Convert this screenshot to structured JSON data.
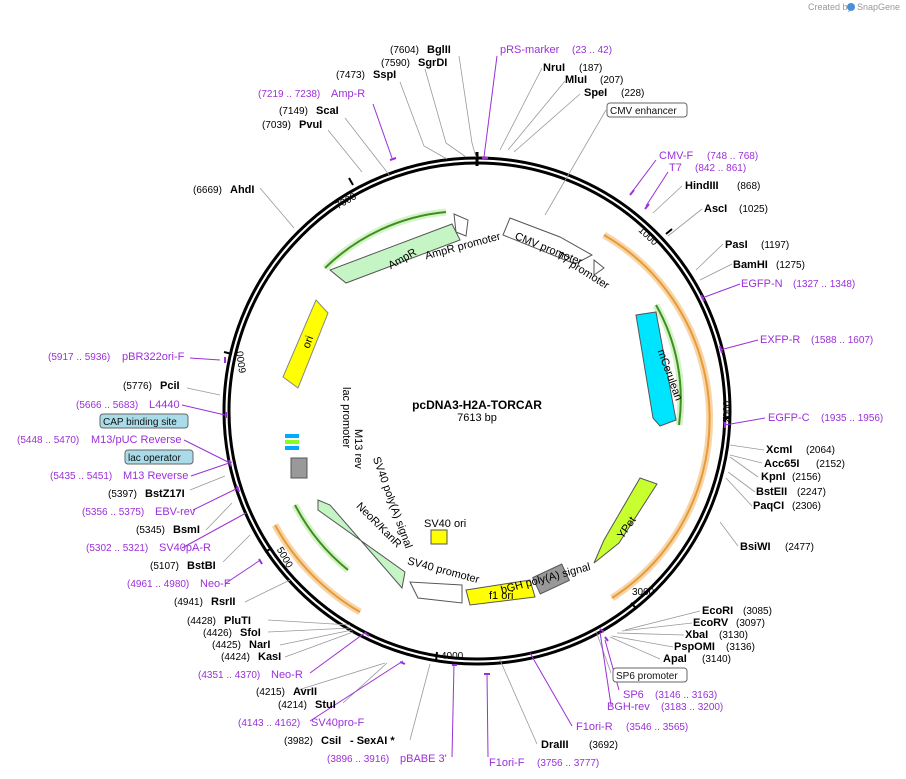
{
  "credit": {
    "prefix": "Created by",
    "brand": "SnapGene"
  },
  "map": {
    "name": "pcDNA3-H2A-TORCAR",
    "size": "7613 bp"
  },
  "ticks": [
    "1000",
    "2000",
    "3000",
    "4000",
    "5000",
    "6000",
    "7000"
  ],
  "features": {
    "cmv_promoter": "CMV promoter",
    "t7_promoter": "T7 promoter",
    "ampr": "AmpR",
    "ampr_promoter": "AmpR promoter",
    "ori": "ori",
    "lac_promoter": "lac promoter",
    "m13_rev": "M13 rev",
    "sv40_polya": "SV40 poly(A) signal",
    "neor": "NeoR/KanR",
    "sv40_promoter": "SV40 promoter",
    "sv40_ori": "SV40 ori",
    "f1_ori": "f1 ori",
    "bgh_polya": "bGH poly(A) signal",
    "ypet": "YPet",
    "mcerulean": "mCerulean"
  },
  "boxed_labels": {
    "cmv_enhancer": "CMV enhancer",
    "cap_binding": "CAP binding site",
    "lac_operator": "lac operator",
    "sp6_promoter": "SP6 promoter"
  },
  "enzymes": {
    "bglii": {
      "pos": "(7604)",
      "name": "BglII"
    },
    "sgrdi": {
      "pos": "(7590)",
      "name": "SgrDI"
    },
    "sspi": {
      "pos": "(7473)",
      "name": "SspI"
    },
    "scai": {
      "pos": "(7149)",
      "name": "ScaI"
    },
    "pvui": {
      "pos": "(7039)",
      "name": "PvuI"
    },
    "ahdi": {
      "pos": "(6669)",
      "name": "AhdI"
    },
    "pcii": {
      "pos": "(5776)",
      "name": "PciI"
    },
    "bstz17i": {
      "pos": "(5397)",
      "name": "BstZ17I"
    },
    "bsmi": {
      "pos": "(5345)",
      "name": "BsmI"
    },
    "bstbi": {
      "pos": "(5107)",
      "name": "BstBI"
    },
    "rsrii": {
      "pos": "(4941)",
      "name": "RsrII"
    },
    "pluti": {
      "pos": "(4428)",
      "name": "PluTI"
    },
    "sfoi": {
      "pos": "(4426)",
      "name": "SfoI"
    },
    "nari": {
      "pos": "(4425)",
      "name": "NarI"
    },
    "kasi": {
      "pos": "(4424)",
      "name": "KasI"
    },
    "avrii": {
      "pos": "(4215)",
      "name": "AvrII"
    },
    "stui": {
      "pos": "(4214)",
      "name": "StuI"
    },
    "csii": {
      "pos": "(3982)",
      "name": "CsiI",
      "extra": "- SexAI *"
    },
    "drai": {
      "name": "DraIII",
      "pos": "(3692)"
    },
    "nrui": {
      "name": "NruI",
      "pos": "(187)"
    },
    "mlui": {
      "name": "MluI",
      "pos": "(207)"
    },
    "spei": {
      "name": "SpeI",
      "pos": "(228)"
    },
    "hindiii": {
      "name": "HindIII",
      "pos": "(868)"
    },
    "asci": {
      "name": "AscI",
      "pos": "(1025)"
    },
    "pasi": {
      "name": "PasI",
      "pos": "(1197)"
    },
    "bamhi": {
      "name": "BamHI",
      "pos": "(1275)"
    },
    "xcmi": {
      "name": "XcmI",
      "pos": "(2064)"
    },
    "acc65i": {
      "name": "Acc65I",
      "pos": "(2152)"
    },
    "kpni": {
      "name": "KpnI",
      "pos": "(2156)"
    },
    "bsteii": {
      "name": "BstEII",
      "pos": "(2247)"
    },
    "paqci": {
      "name": "PaqCI",
      "pos": "(2306)"
    },
    "bsiwi": {
      "name": "BsiWI",
      "pos": "(2477)"
    },
    "ecori": {
      "name": "EcoRI",
      "pos": "(3085)"
    },
    "ecorv": {
      "name": "EcoRV",
      "pos": "(3097)"
    },
    "xbai": {
      "name": "XbaI",
      "pos": "(3130)"
    },
    "pspomi": {
      "name": "PspOMI",
      "pos": "(3136)"
    },
    "apai": {
      "name": "ApaI",
      "pos": "(3140)"
    }
  },
  "primers": {
    "prs": {
      "name": "pRS-marker",
      "pos": "(23 .. 42)"
    },
    "ampr_p": {
      "pos": "(7219 .. 7238)",
      "name": "Amp-R"
    },
    "cmvf": {
      "name": "CMV-F",
      "pos": "(748 .. 768)"
    },
    "t7": {
      "name": "T7",
      "pos": "(842 .. 861)"
    },
    "egfpn": {
      "name": "EGFP-N",
      "pos": "(1327 .. 1348)"
    },
    "egfpr": {
      "name": "EXFP-R",
      "pos": "(1588 .. 1607)"
    },
    "egfpc": {
      "name": "EGFP-C",
      "pos": "(1935 .. 1956)"
    },
    "pbr": {
      "pos": "(5917 .. 5936)",
      "name": "pBR322ori-F"
    },
    "l4440": {
      "pos": "(5666 .. 5683)",
      "name": "L4440"
    },
    "m13puc": {
      "pos": "(5448 .. 5470)",
      "name": "M13/pUC Reverse"
    },
    "m13rev": {
      "pos": "(5435 .. 5451)",
      "name": "M13 Reverse"
    },
    "ebv": {
      "pos": "(5356 .. 5375)",
      "name": "EBV-rev"
    },
    "sv40pa": {
      "pos": "(5302 .. 5321)",
      "name": "SV40pA-R"
    },
    "neof": {
      "pos": "(4961 .. 4980)",
      "name": "Neo-F"
    },
    "neor": {
      "pos": "(4351 .. 4370)",
      "name": "Neo-R"
    },
    "sv40pro": {
      "pos": "(4143 .. 4162)",
      "name": "SV40pro-F"
    },
    "pbabe": {
      "pos": "(3896 .. 3916)",
      "name": "pBABE 3'"
    },
    "f1orif": {
      "name": "F1ori-F",
      "pos": "(3756 .. 3777)"
    },
    "f1orir": {
      "name": "F1ori-R",
      "pos": "(3546 .. 3565)"
    },
    "sp6": {
      "name": "SP6",
      "pos": "(3146 .. 3163)"
    },
    "bgh": {
      "name": "BGH-rev",
      "pos": "(3183 .. 3200)"
    }
  },
  "colors": {
    "primer": "#9b30d9",
    "orange_feature": "#e89a36",
    "green_feature": "#3f8f1f",
    "cyan": "#00e5ff",
    "yellow": "#ffff00",
    "yellowgreen": "#c8ff2e",
    "light_green": "#c5f5c5",
    "box_blue": "#a9dce8"
  }
}
